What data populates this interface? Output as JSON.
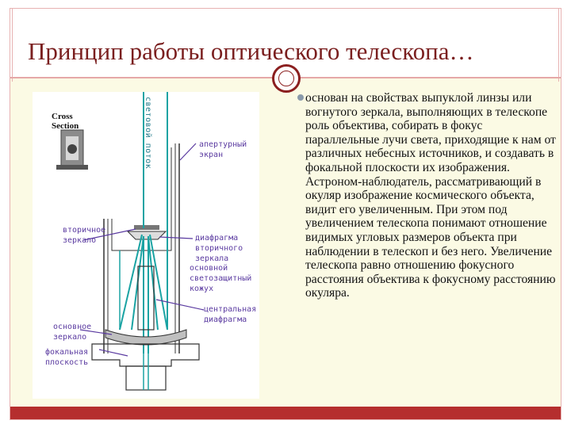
{
  "slide": {
    "title": "Принцип работы оптического телескопа…",
    "body_text": "основан на свойствах выпуклой линзы или вогнутого зеркала, выполняющих в телескопе роль объектива, собирать в фокус параллельные лучи света, приходящие к нам от различных небесных источников, и создавать в фокальной плоскости их изображения. Астроном-наблюдатель, рассматривающий в окуляр изображение космического объекта, видит его увеличенным. При этом под увеличением телескопа понимают отношение видимых угловых размеров объекта при наблюдении в телескоп и без него. Увеличение телескопа равно отношению фокусного расстояния объектива к фокусному расстоянию окуляра."
  },
  "diagram": {
    "cross_section": "Cross\nSection",
    "light_flow": "световой поток",
    "labels": {
      "aperture_screen": "апертурный\nэкран",
      "secondary_mirror": "вторичное\nзеркало",
      "secondary_diaphragm": "диафрагма\nвторичного\nзеркала",
      "main_shield": "основной\nсветозащитный\nкожух",
      "central_diaphragm": "центральная\nдиафрагма",
      "primary_mirror": "основное\nзеркало",
      "focal_plane": "фокальная\nплоскость"
    }
  },
  "colors": {
    "title": "#7a1f1f",
    "accent": "#b52e2e",
    "background": "#fbfae4",
    "ray": "#1aa3a3",
    "label": "#5a3aa0"
  }
}
